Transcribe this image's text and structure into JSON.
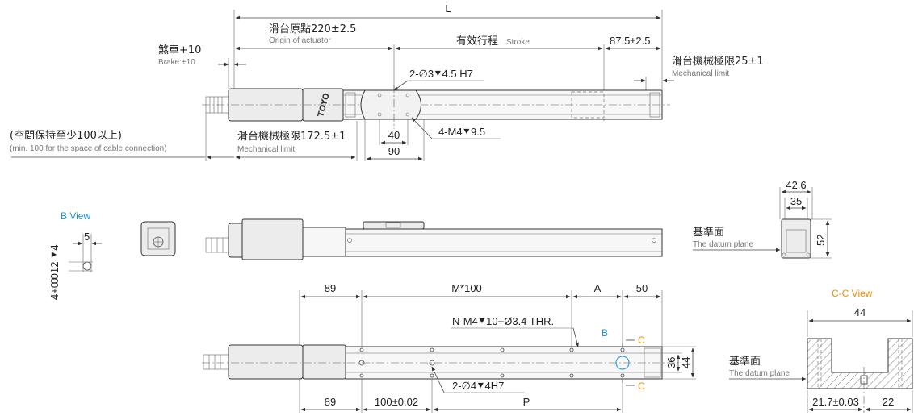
{
  "colors": {
    "accent": "#f08c00",
    "view_blue": "#1e90d6",
    "highlight_circle": "#3aa0e0"
  },
  "top_view": {
    "L": "L",
    "origin_cn": "滑台原點220±2.5",
    "origin_en": "Origin of actuator",
    "stroke_cn": "有效行程",
    "stroke_en": "Stroke",
    "end_dim": "87.5±2.5",
    "brake_cn": "煞車+10",
    "brake_en": "Brake:+10",
    "mech_limit_right_cn": "滑台機械極限25±1",
    "mech_limit_right_en": "Mechanical limit",
    "hole_note": "2-∅3⯆4.5 H7",
    "cable_cn": "(空間保持至少100以上)",
    "cable_en": "(min. 100 for the space of cable connection)",
    "mech_limit_left_cn": "滑台機械極限172.5±1",
    "mech_limit_left_en": "Mechanical limit",
    "dim_40": "40",
    "dim_90": "90",
    "tap_note": "4-M4⯆9.5",
    "logo": "TOYO"
  },
  "b_view": {
    "title": "B View",
    "dim_5": "5",
    "tol": "4+0.012 ⯆4",
    "tol_zero": "0"
  },
  "end_view": {
    "dim_42_6": "42.6",
    "dim_35": "35",
    "dim_52": "52",
    "datum_cn": "基準面",
    "datum_en": "The datum plane"
  },
  "bottom_view": {
    "dim_89_top": "89",
    "dim_m100": "M*100",
    "dim_A": "A",
    "dim_50": "50",
    "thread_note": "N-M4⯆10+Ø3.4 THR.",
    "label_B": "B",
    "label_C": "C",
    "dim_36": "36",
    "dim_44": "44",
    "pin_note": "2-∅4⯆4H7",
    "dim_89_bottom": "89",
    "dim_100": "100±0.02",
    "dim_P": "P"
  },
  "cc_view": {
    "title": "C-C View",
    "dim_44": "44",
    "datum_cn": "基準面",
    "datum_en": "The datum plane",
    "dim_21_7": "21.7±0.03",
    "dim_22": "22"
  }
}
